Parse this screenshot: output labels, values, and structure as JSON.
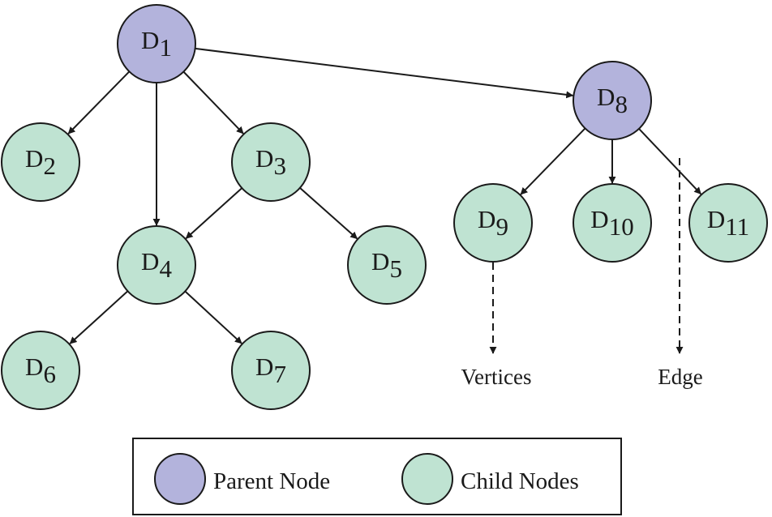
{
  "colors": {
    "parent": "#b3b3dc",
    "child": "#bfe3d2",
    "stroke": "#1a1a1a"
  },
  "nodes": [
    {
      "id": "D1",
      "base": "D",
      "sub": "1",
      "kind": "parent"
    },
    {
      "id": "D2",
      "base": "D",
      "sub": "2",
      "kind": "child"
    },
    {
      "id": "D3",
      "base": "D",
      "sub": "3",
      "kind": "child"
    },
    {
      "id": "D4",
      "base": "D",
      "sub": "4",
      "kind": "child"
    },
    {
      "id": "D5",
      "base": "D",
      "sub": "5",
      "kind": "child"
    },
    {
      "id": "D6",
      "base": "D",
      "sub": "6",
      "kind": "child"
    },
    {
      "id": "D7",
      "base": "D",
      "sub": "7",
      "kind": "child"
    },
    {
      "id": "D8",
      "base": "D",
      "sub": "8",
      "kind": "parent"
    },
    {
      "id": "D9",
      "base": "D",
      "sub": "9",
      "kind": "child"
    },
    {
      "id": "D10",
      "base": "D",
      "sub": "10",
      "kind": "child"
    },
    {
      "id": "D11",
      "base": "D",
      "sub": "11",
      "kind": "child"
    }
  ],
  "edges": [
    {
      "from": "D1",
      "to": "D2"
    },
    {
      "from": "D1",
      "to": "D4"
    },
    {
      "from": "D1",
      "to": "D3"
    },
    {
      "from": "D1",
      "to": "D8"
    },
    {
      "from": "D3",
      "to": "D4"
    },
    {
      "from": "D3",
      "to": "D5"
    },
    {
      "from": "D4",
      "to": "D6"
    },
    {
      "from": "D4",
      "to": "D7"
    },
    {
      "from": "D8",
      "to": "D9"
    },
    {
      "from": "D8",
      "to": "D10"
    },
    {
      "from": "D8",
      "to": "D11"
    }
  ],
  "annotations": {
    "vertices": "Vertices",
    "edge": "Edge"
  },
  "legend": {
    "parent_label": "Parent Node",
    "child_label": "Child Nodes"
  }
}
